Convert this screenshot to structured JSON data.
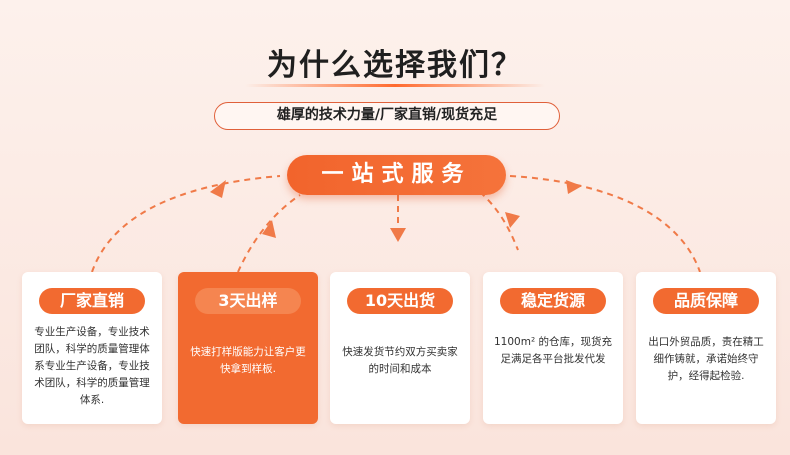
{
  "heading": {
    "title": "为什么选择我们？",
    "subtitle": "雄厚的技术力量/厂家直销/现货充足"
  },
  "center": {
    "label": "一站式服务"
  },
  "cards": [
    {
      "label": "厂家直销",
      "text": "专业生产设备，专业技术团队，科学的质量管理体系专业生产设备，专业技术团队，科学的质量管理体系."
    },
    {
      "label": "3天出样",
      "text": "快速打样版能力让客户更快拿到样板."
    },
    {
      "label": "10天出货",
      "text": "快速发货节约双方买卖家的时间和成本"
    },
    {
      "label": "稳定货源",
      "text": "1100m² 的仓库，现货充足满足各平台批发代发"
    },
    {
      "label": "品质保障",
      "text": "出口外贸品质，责在精工细作铸就，承诺始终守护，经得起检验."
    }
  ],
  "colors": {
    "accent": "#f26a30",
    "background": "#fbe8e1"
  }
}
